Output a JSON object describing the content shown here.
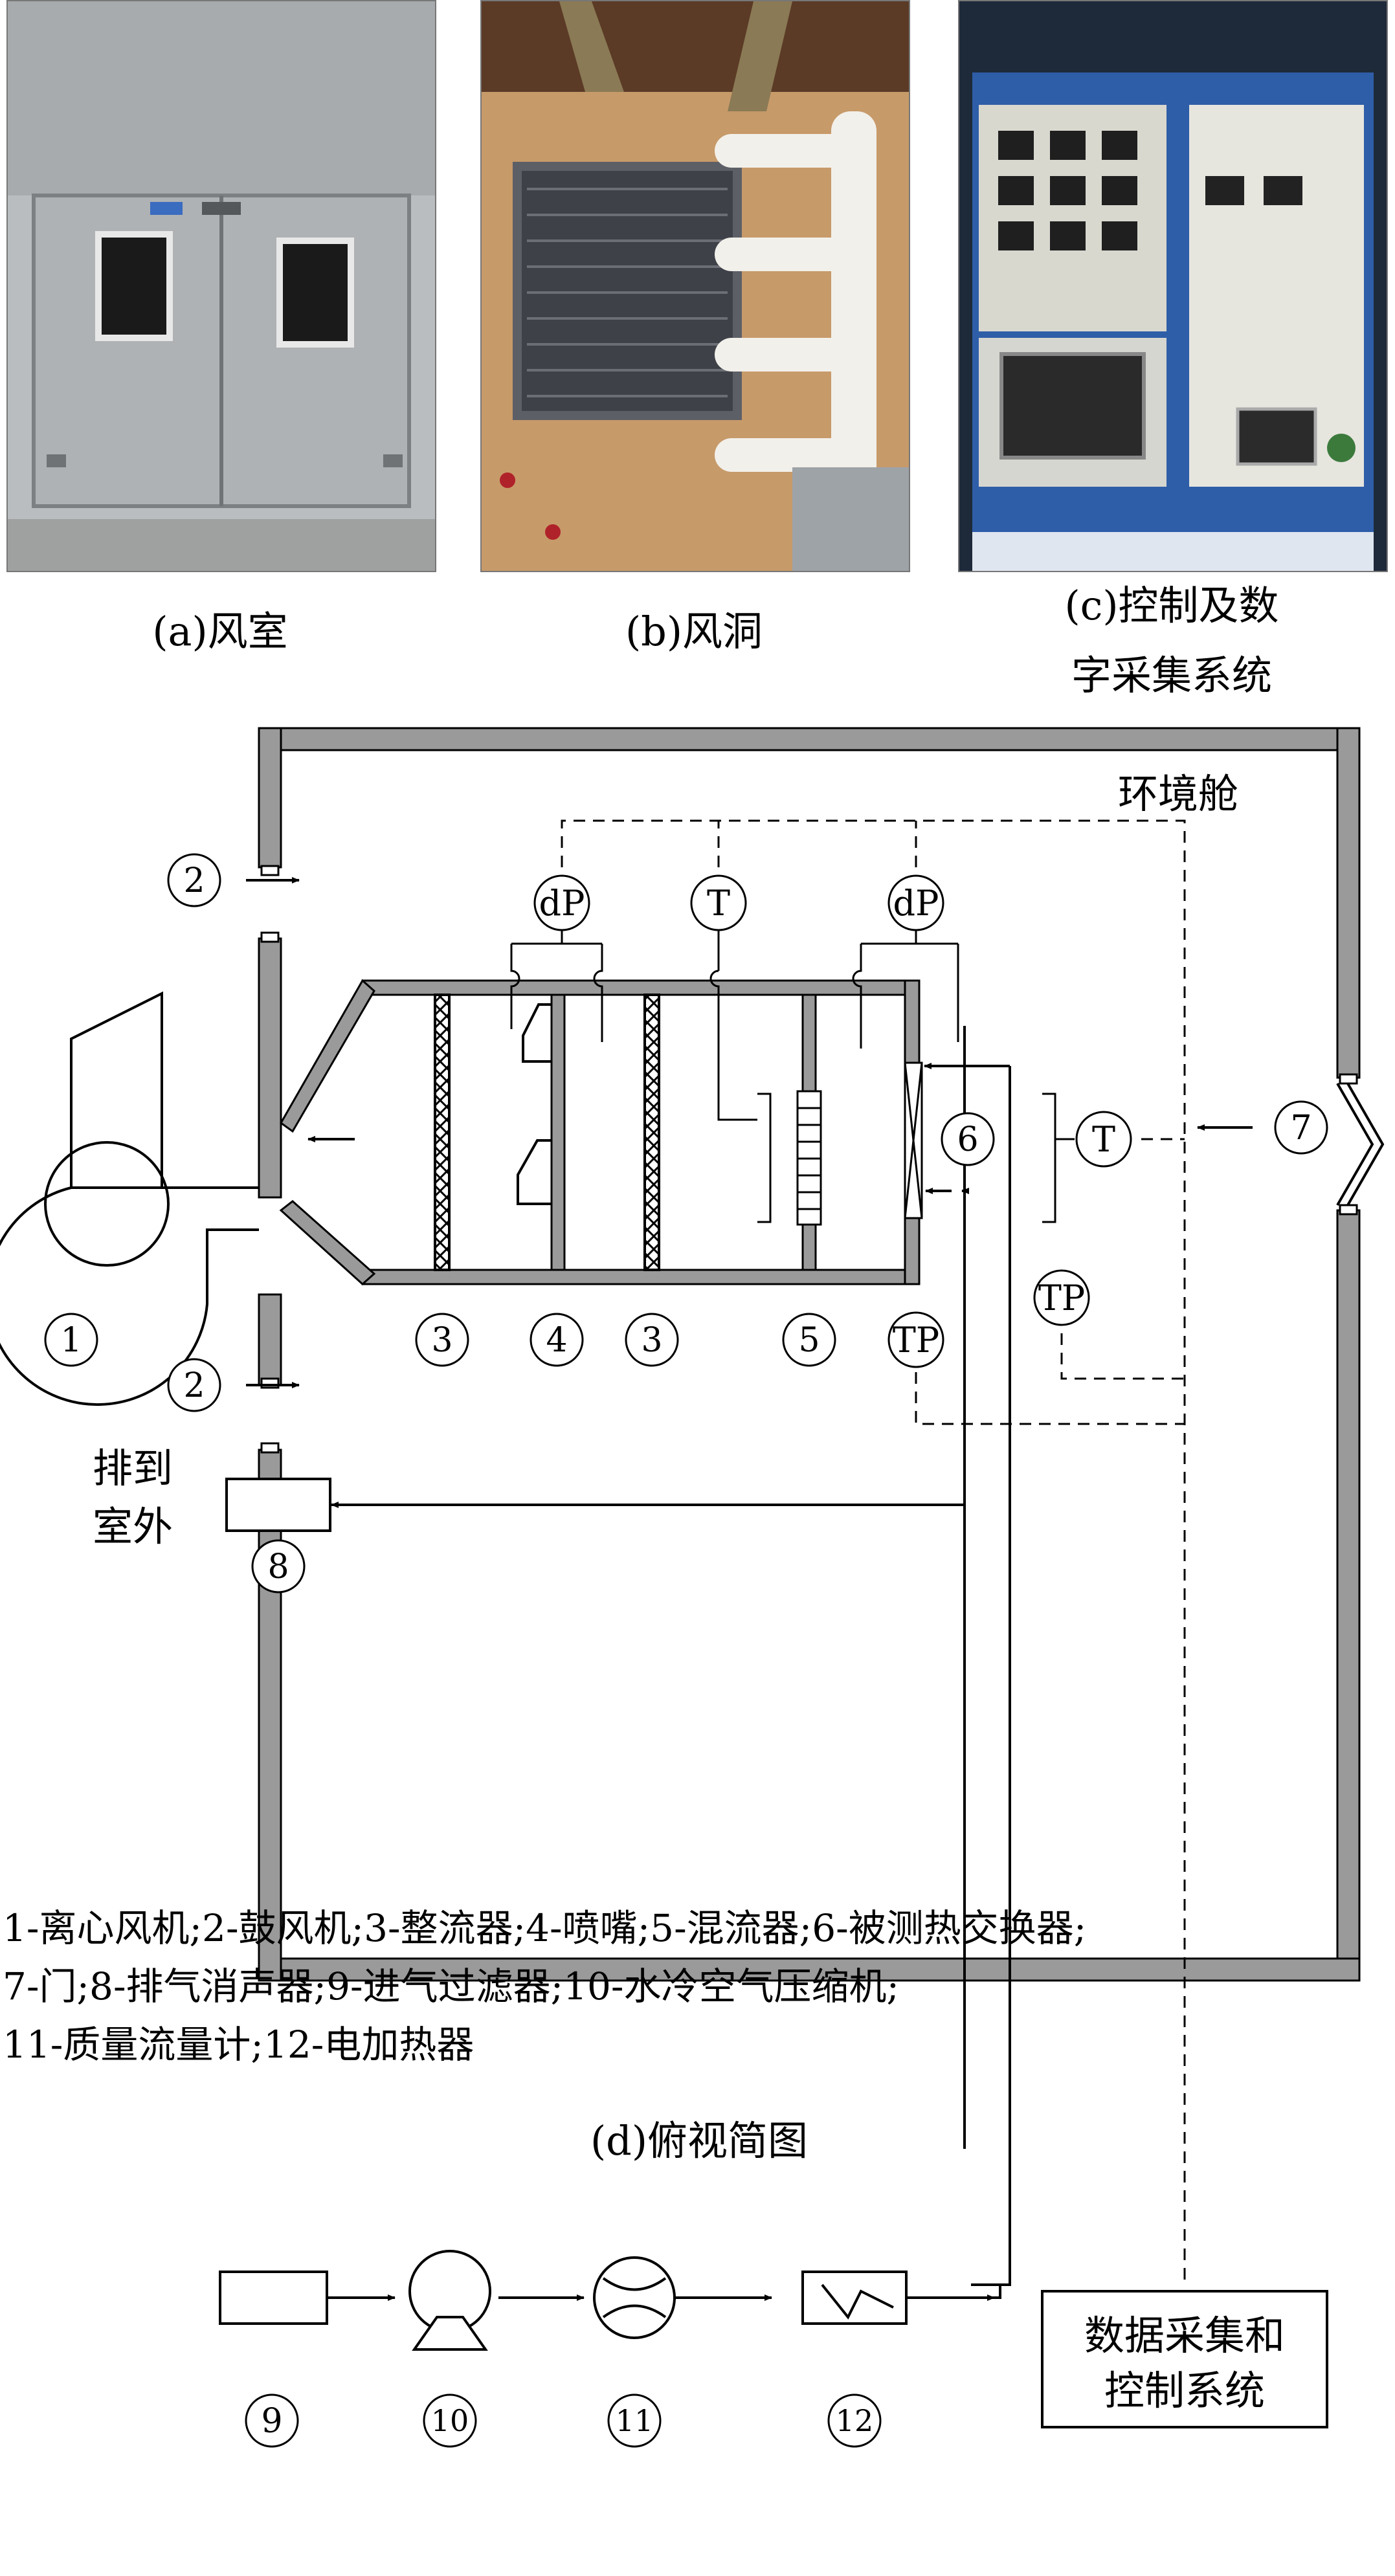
{
  "photos": {
    "a_caption": "(a)风室",
    "b_caption": "(b)风洞",
    "c_caption_line1": "(c)控制及数",
    "c_caption_line2": "字采集系统"
  },
  "diagram": {
    "chamber_label": "环境舱",
    "instr_dp": "dP",
    "instr_t": "T",
    "instr_tp": "TP",
    "num_1": "1",
    "num_2": "2",
    "num_3": "3",
    "num_4": "4",
    "num_5": "5",
    "num_6": "6",
    "num_7": "7",
    "num_8": "8",
    "num_9": "9",
    "num_10": "10",
    "num_11": "11",
    "num_12": "12",
    "exhaust_line1": "排到",
    "exhaust_line2": "室外",
    "daq_line1": "数据采集和",
    "daq_line2": "控制系统"
  },
  "legend": {
    "line1": "1-离心风机;2-鼓风机;3-整流器;4-喷嘴;5-混流器;6-被测热交换器;",
    "line2": "7-门;8-排气消声器;9-进气过滤器;10-水冷空气压缩机;",
    "line3": "11-质量流量计;12-电加热器"
  },
  "figure_caption": "(d)俯视简图",
  "colors": {
    "wall": "#9a9a9a",
    "photo_a": "#b9bdbf",
    "photo_b": "#c79a6a",
    "photo_c": "#2f5ea8"
  }
}
